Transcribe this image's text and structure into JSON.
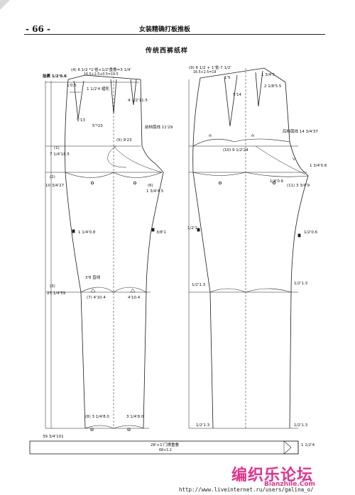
{
  "header": {
    "page_number": "- 66 -",
    "book_title": "女装精确打板推板"
  },
  "draft_title": "传统西裤纸样",
  "front_labels": {
    "top_formula": "(4) 6 1/2 *1'省+1/2'重叠=3 1/4'",
    "top_sub": "16.5+2.5+0.5=19.5",
    "waist_rise": "抬裹 1/2'0.6",
    "pleat": "1 1/2'4 褶死",
    "dart_depth": "4 1/2'11.5",
    "dart_small": "5'13",
    "rise_line": "5'*23",
    "hip_label": "(5) 9'23",
    "front_curve": "前档弧线 11'29",
    "item1": "(1)",
    "item1_val": "7 1/4'18.5",
    "item2": "(2)",
    "item2_val": "10 3/4'27",
    "item6": "(6)",
    "item6_val": "1 3/4'4.5",
    "side_left": "1 1/4'0.8",
    "side_right": "3/8'1",
    "item3": "(3)",
    "item3_val": "23 1/4'59",
    "knee_line": "3'8 直线",
    "knee_left": "(7) 4'10.4",
    "knee_right": "4'10.4",
    "hem_left": "(8) 3 1/4'8.0",
    "hem_right": "3 1/4'8.0",
    "total_length": "39 3/4'101",
    "small_tl": "1'0.5"
  },
  "back_labels": {
    "top_formula": "(9) 6 1/2 + 1'省-7 1/2'",
    "top_sub": "16.5+2.5=19",
    "dart_tip": "1'5",
    "dart_a": "1 3/4'5",
    "dart_b": "5'14",
    "dart_c": "2 1/8'5.5",
    "hip_label": "(10) 9 1/2'24",
    "back_curve": "后档弧线 14 3/4'37",
    "crotch_top": "1 3/4'0.6",
    "crotch_left": "1/4'0.6",
    "crotch_right": "(11) 3 3/4'9",
    "side_left": "1/2'1",
    "side_right": "1/2'0.6",
    "knee_left": "1/2'1.3",
    "knee_right": "1/2'1.3",
    "hem_left": "1/2'1.3",
    "hem_right": "1/2'1.3"
  },
  "waistband": {
    "label_top": "26'+1'门襟重叠",
    "label_sub": "68+1.2",
    "end_label": "1 1/2'4"
  },
  "watermark": {
    "main": "编织乐论坛",
    "sub": "Bianzhile.Com"
  },
  "url": "http://www.liveinternet.ru/users/galina_o/"
}
